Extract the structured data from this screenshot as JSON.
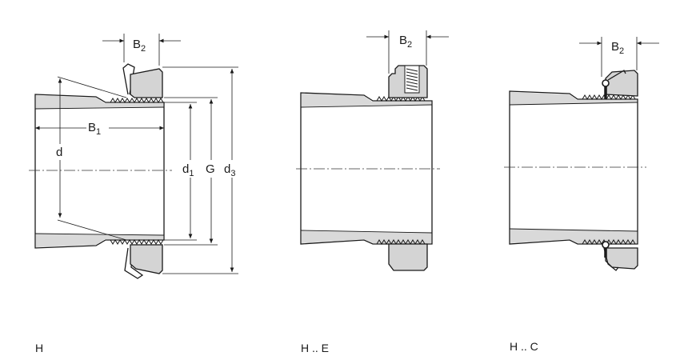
{
  "labels": {
    "b1": "B",
    "b1_sub": "1",
    "b2": "B",
    "b2_sub": "2",
    "d": "d",
    "d1": "d",
    "d1_sub": "1",
    "g": "G",
    "d3": "d",
    "d3_sub": "3"
  },
  "captions": {
    "h": "H",
    "he": "H .. E",
    "hc": "H .. C"
  }
}
